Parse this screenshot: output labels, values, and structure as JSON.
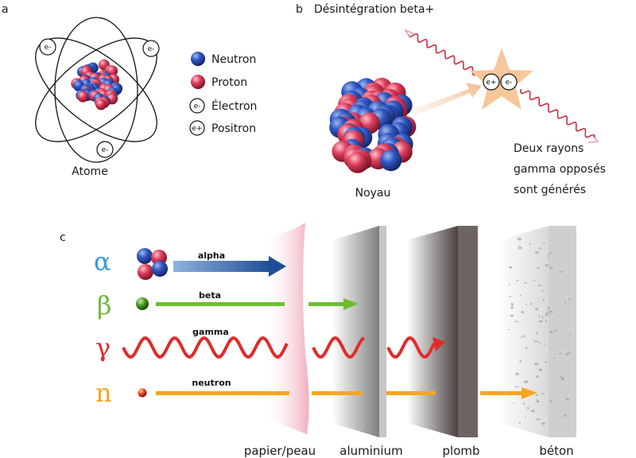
{
  "panel_a": {
    "letter": "a",
    "caption": "Atome",
    "electron_symbol": "e-",
    "legend": [
      {
        "symbol": "neutron",
        "label": "Neutron"
      },
      {
        "symbol": "proton",
        "label": "Proton"
      },
      {
        "symbol": "e-",
        "label": "Électron"
      },
      {
        "symbol": "e+",
        "label": "Positron"
      }
    ]
  },
  "panel_b": {
    "letter": "b",
    "title": "Désintégration beta+",
    "nucleus_label": "Noyau",
    "positron_symbol": "e+",
    "electron_symbol": "e-",
    "result_lines": [
      "Deux rayons",
      "gamma opposés",
      "sont générés"
    ]
  },
  "panel_c": {
    "letter": "c",
    "rays": [
      {
        "symbol": "α",
        "label": "alpha",
        "color": "#3a9bd6"
      },
      {
        "symbol": "β",
        "label": "beta",
        "color": "#6cbb3c"
      },
      {
        "symbol": "γ",
        "label": "gamma",
        "color": "#e02b2b"
      },
      {
        "symbol": "n",
        "label": "neutron",
        "color": "#f5a623"
      }
    ],
    "barriers": [
      "papier/peau",
      "aluminium",
      "plomb",
      "béton"
    ]
  },
  "colors": {
    "neutron": "#2a4fb0",
    "proton": "#d83a55",
    "alpha_arrow": "#2f67b0",
    "beta": "#6cc02e",
    "gamma": "#e02b2b",
    "neutron_beam": "#f5a623",
    "paper": "#f3c3cc",
    "star": "#f5c79a"
  }
}
